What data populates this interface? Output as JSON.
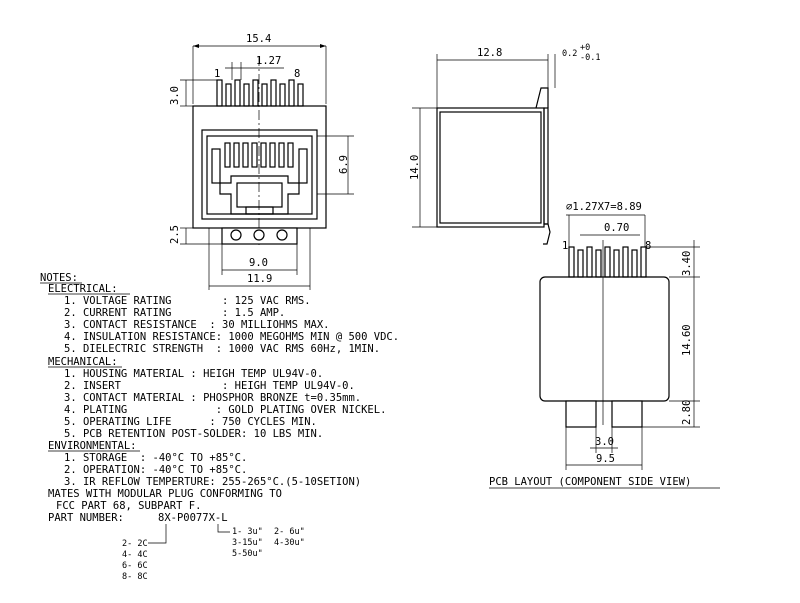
{
  "front_view": {
    "width": "15.4",
    "pitch": "1.27",
    "pin_first": "1",
    "pin_last": "8",
    "pin_height": "3.0",
    "opening_height": "6.9",
    "post_height": "2.5",
    "post_span": "9.0",
    "base_width": "11.9"
  },
  "side_view": {
    "depth": "12.8",
    "tolerance": "0.2",
    "tol_plus": "+0",
    "tol_minus": "-0.1",
    "height": "14.0"
  },
  "pcb_layout": {
    "pin_span": "⌀1.27X7=8.89",
    "offset": "0.70",
    "pin_first": "1",
    "pin_last": "8",
    "dim_top": "3.40",
    "dim_mid": "14.60",
    "dim_bottom": "2.80",
    "post_gap": "3.0",
    "post_span": "9.5",
    "title": "PCB LAYOUT (COMPONENT SIDE VIEW)"
  },
  "notes": {
    "heading": "NOTES:",
    "electrical_heading": "ELECTRICAL:",
    "electrical": [
      "1. VOLTAGE RATING        : 125 VAC RMS.",
      "2. CURRENT RATING        : 1.5 AMP.",
      "3. CONTACT RESISTANCE  : 30 MILLIOHMS MAX.",
      "4. INSULATION RESISTANCE: 1000 MEGOHMS MIN @ 500 VDC.",
      "5. DIELECTRIC STRENGTH  : 1000 VAC RMS 60Hz, 1MIN."
    ],
    "mechanical_heading": "MECHANICAL:",
    "mechanical": [
      "1. HOUSING MATERIAL : HEIGH TEMP UL94V-0.",
      "2. INSERT                : HEIGH TEMP UL94V-0.",
      "3. CONTACT MATERIAL : PHOSPHOR BRONZE t=0.35mm.",
      "4. PLATING              : GOLD PLATING OVER NICKEL.",
      "5. OPERATING LIFE      : 750 CYCLES MIN.",
      "5. PCB RETENTION POST-SOLDER: 10 LBS MIN."
    ],
    "environmental_heading": "ENVIRONMENTAL:",
    "environmental": [
      "1. STORAGE  : -40°C TO +85°C.",
      "2. OPERATION: -40°C TO +85°C.",
      "3. IR REFLOW TEMPERTURE: 255-265°C.(5-10SETION)"
    ],
    "mates_line1": "MATES WITH MODULAR PLUG CONFORMING TO",
    "mates_line2": "FCC PART 68, SUBPART F.",
    "part_label": "PART NUMBER:",
    "part_number": "8X-P0077X-L",
    "plating_options": [
      "1- 3u\"",
      "2- 6u\"",
      "3-15u\"",
      "4-30u\"",
      "5-50u\""
    ],
    "contact_options": [
      "2- 2C",
      "4- 4C",
      "6- 6C",
      "8- 8C"
    ]
  }
}
